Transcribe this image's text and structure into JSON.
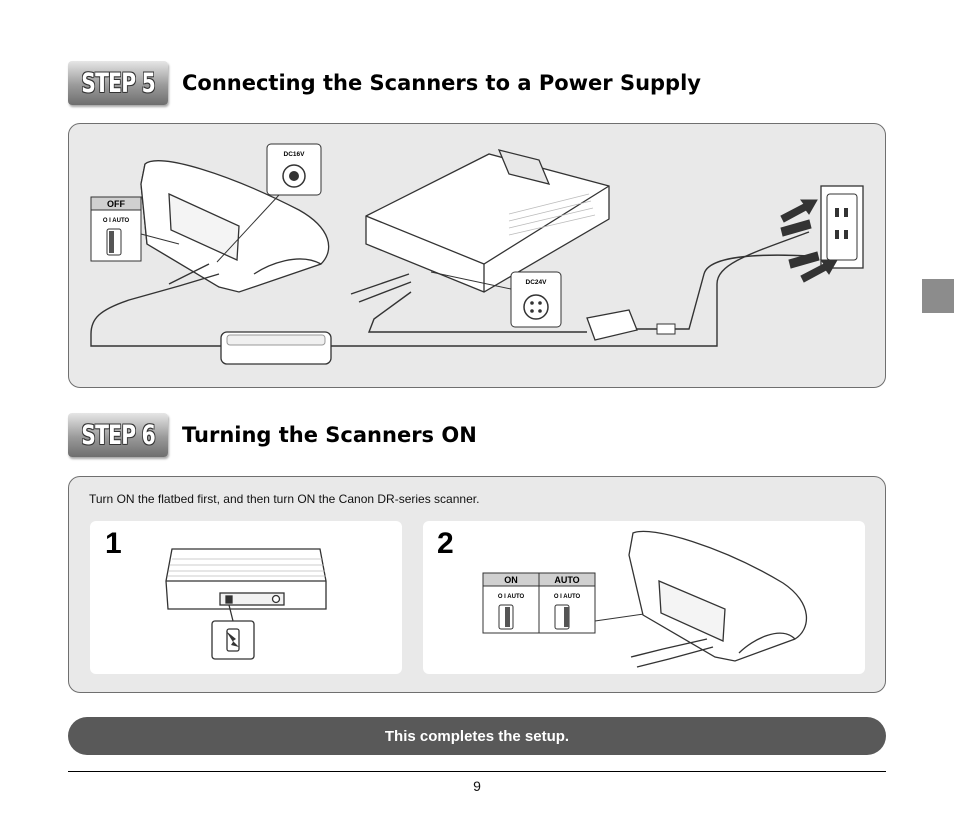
{
  "step5": {
    "badge": "STEP 5",
    "title": "Connecting the Scanners to a Power Supply",
    "labels": {
      "off": "OFF",
      "switch_scale": "O  I  AUTO",
      "dc16v": "DC16V",
      "dc24v": "DC24V"
    }
  },
  "step6": {
    "badge": "STEP 6",
    "title": "Turning the Scanners ON",
    "instruction": "Turn ON the flatbed first, and then turn ON the Canon DR-series scanner.",
    "sub1": {
      "number": "1"
    },
    "sub2": {
      "number": "2",
      "on_label": "ON",
      "auto_label": "AUTO",
      "switch_scale": "O  I  AUTO"
    }
  },
  "footer": {
    "banner": "This completes the setup.",
    "page_number": "9"
  }
}
